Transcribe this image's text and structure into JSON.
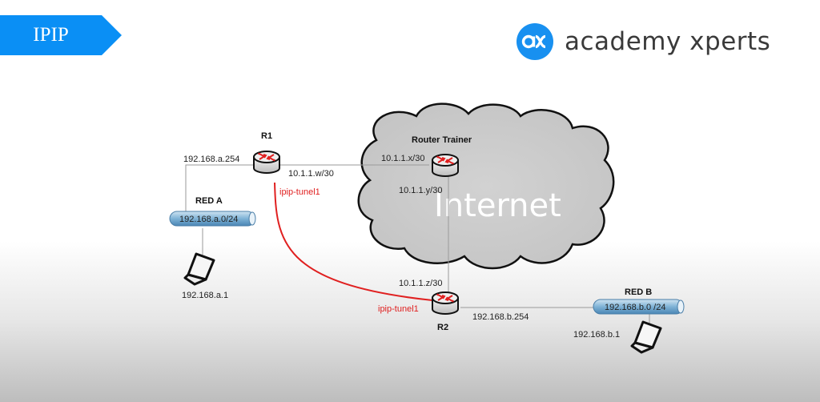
{
  "header": {
    "title": "IPIP",
    "brand": {
      "logo_mark": "ax",
      "name": "academy xperts",
      "color": "#1890f0"
    },
    "banner_color": "#0a8ff5"
  },
  "diagram": {
    "cloud": {
      "label": "Internet"
    },
    "routers": [
      {
        "id": "r1",
        "name": "R1"
      },
      {
        "id": "trainer",
        "name": "Router Trainer"
      },
      {
        "id": "r2",
        "name": "R2"
      }
    ],
    "networks": [
      {
        "id": "red-a",
        "name": "RED A",
        "subnet": "192.168.a.0/24"
      },
      {
        "id": "red-b",
        "name": "RED B",
        "subnet": "192.168.b.0 /24"
      }
    ],
    "hosts": [
      {
        "id": "host-a",
        "ip": "192.168.a.1"
      },
      {
        "id": "host-b",
        "ip": "192.168.b.1"
      }
    ],
    "interface_labels": {
      "r1_lan": "192.168.a.254",
      "r1_wan": "10.1.1.w/30",
      "trainer_x": "10.1.1.x/30",
      "trainer_y": "10.1.1.y/30",
      "r2_wan": "10.1.1.z/30",
      "r2_lan": "192.168.b.254"
    },
    "tunnel": {
      "r1_label": "ipip-tunel1",
      "r2_label": "ipip-tunel1",
      "color": "#e02020"
    }
  }
}
